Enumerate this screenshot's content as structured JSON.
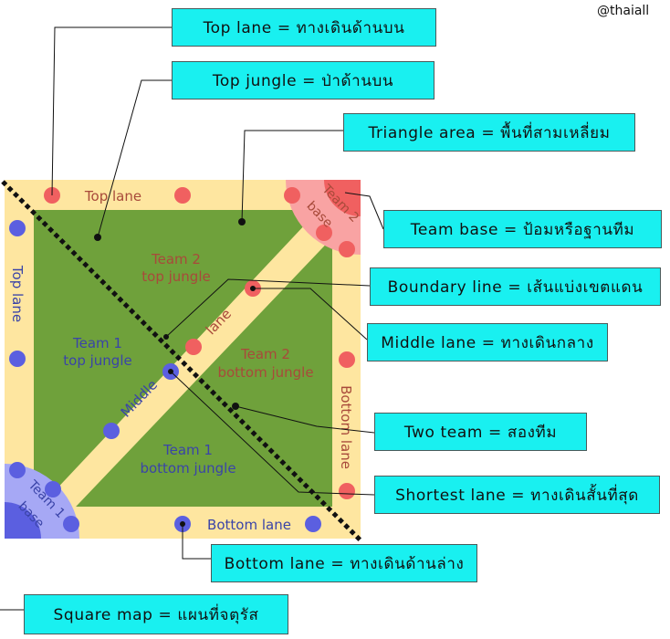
{
  "credit": "@thaiall",
  "colors": {
    "lane": "#fee6a0",
    "jungle": "#6fa13b",
    "team1": "#5b5fe0",
    "team1_base": "#a6a8f5",
    "team2": "#f06060",
    "team2_base": "#f9a3a3",
    "team1_text": "#3a44a8",
    "team2_text": "#a84a3a",
    "callout": "#19f0f0"
  },
  "map": {
    "lane_top": "Top lane",
    "lane_left": "Top lane",
    "lane_bottom": "Bottom lane",
    "lane_right": "Bottom lane",
    "middle_word_1": "Middle",
    "middle_word_2": "lane",
    "team2_top_jungle_1": "Team 2",
    "team2_top_jungle_2": "top jungle",
    "team1_top_jungle_1": "Team 1",
    "team1_top_jungle_2": "top jungle",
    "team2_bottom_jungle_1": "Team 2",
    "team2_bottom_jungle_2": "bottom jungle",
    "team1_bottom_jungle_1": "Team 1",
    "team1_bottom_jungle_2": "bottom jungle",
    "team1_base_1": "Team 1",
    "team1_base_2": "base",
    "team2_base_1": "Team 2",
    "team2_base_2": "base"
  },
  "callouts": {
    "top_lane": "Top lane = ทางเดินด้านบน",
    "top_jungle": "Top jungle = ป่าด้านบน",
    "triangle_area": "Triangle area = พื้นที่สามเหลี่ยม",
    "team_base": "Team base = ป้อมหรือฐานทีม",
    "boundary_line": "Boundary line = เส้นแบ่งเขตแดน",
    "middle_lane": "Middle lane = ทางเดินกลาง",
    "two_team": "Two team = สองทีม",
    "shortest_lane": "Shortest lane = ทางเดินสั้นที่สุด",
    "bottom_lane": "Bottom lane = ทางเดินด้านล่าง",
    "square_map": "Square map = แผนที่จตุรัส"
  }
}
